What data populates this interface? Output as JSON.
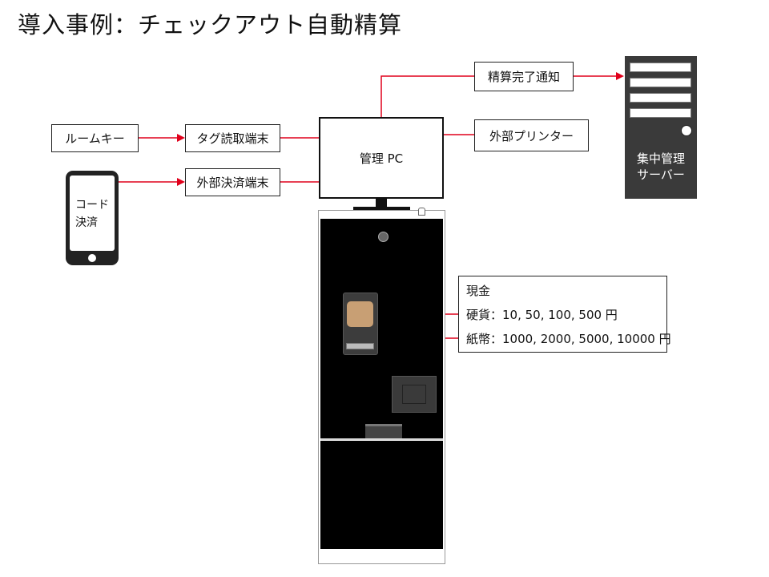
{
  "title": "導入事例：チェックアウト自動精算",
  "nodes": {
    "room_key": "ルームキー",
    "tag_reader": "タグ読取端末",
    "code_payment": [
      "コード",
      "決済"
    ],
    "external_payment": "外部決済端末",
    "management_pc": "管理 PC",
    "settlement_notice": "精算完了通知",
    "external_printer": "外部プリンター",
    "central_server": [
      "集中管理",
      "サーバー"
    ]
  },
  "cash": {
    "heading": "現金",
    "coins": "硬貨：10, 50, 100, 500 円",
    "bills": "紙幣：1000, 2000, 5000, 10000 円"
  },
  "colors": {
    "connector": "#e0001b",
    "line": "#222222",
    "kiosk_body": "#000000",
    "coin_slot": "#c89f74"
  }
}
